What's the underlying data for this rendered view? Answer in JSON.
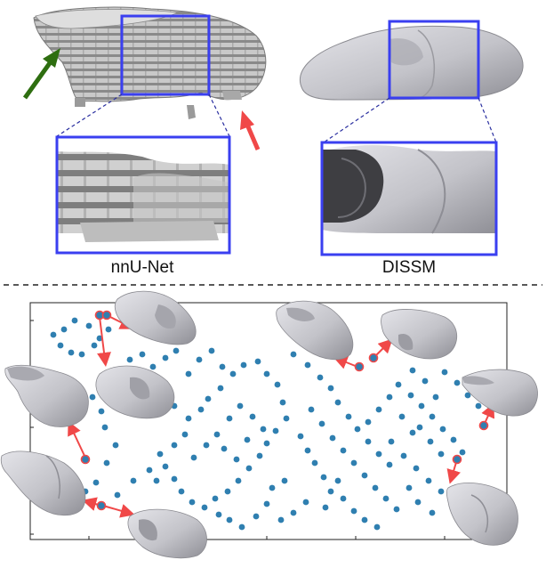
{
  "captions": {
    "left": "nnU-Net",
    "right": "DISSM"
  },
  "colors": {
    "zoom_box": "#3a3ff0",
    "red_arrow": "#f04848",
    "green_arrow": "#2e6e10",
    "dots": "#2f7fb0",
    "shape_fill": "#c6c6cc",
    "shape_dark": "#8e8e95"
  },
  "embedding_plot": {
    "axes_frame": true,
    "grid": false,
    "tick_labels": "none",
    "point_count_approx": 140,
    "highlighted_points": 9
  }
}
